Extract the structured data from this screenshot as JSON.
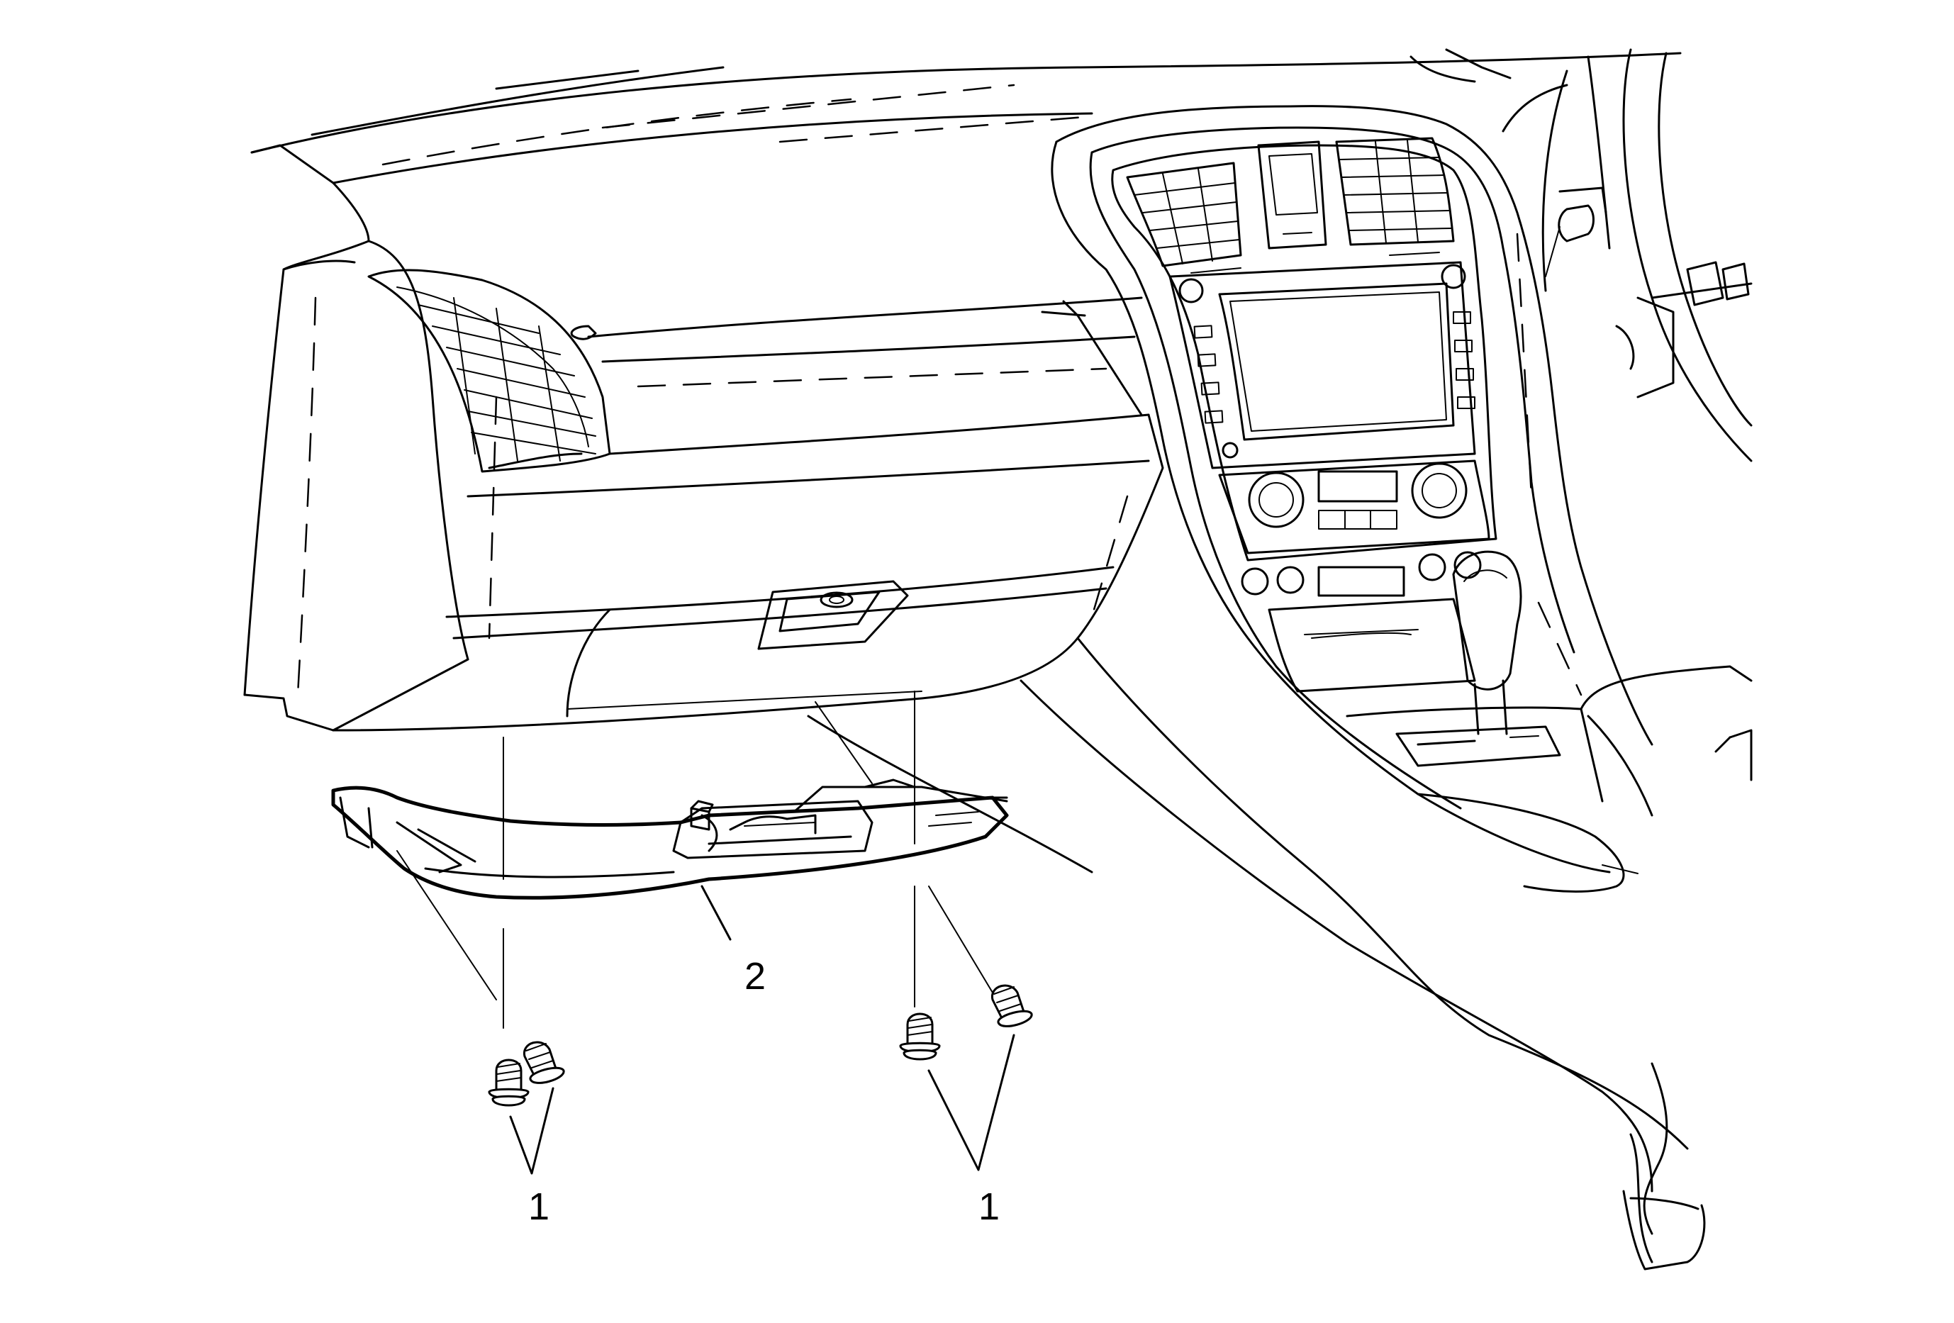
{
  "callouts": [
    {
      "id": "c1-left",
      "text": "1"
    },
    {
      "id": "c2",
      "text": "2"
    },
    {
      "id": "c1-right",
      "text": "1"
    }
  ]
}
